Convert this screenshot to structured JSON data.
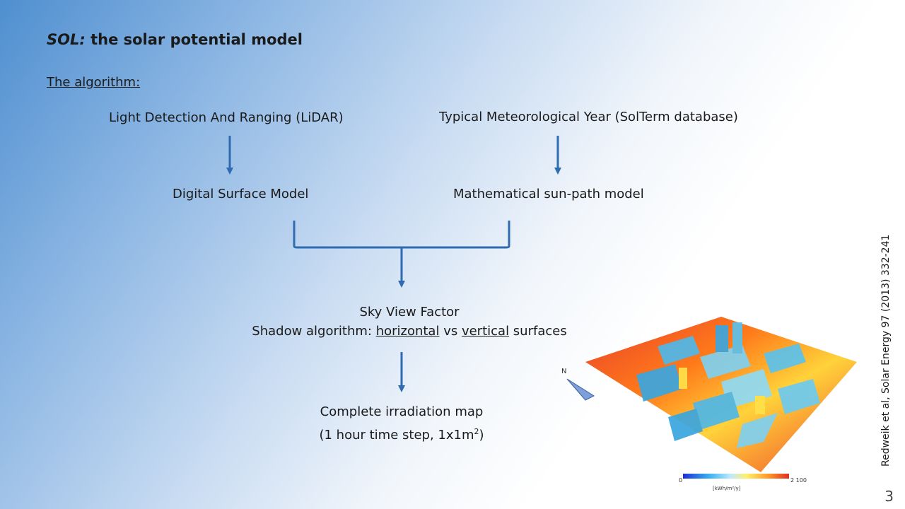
{
  "slide": {
    "title_italic": "SOL:",
    "title_rest": " the solar potential model",
    "subtitle": "The algorithm:",
    "page_number": "3"
  },
  "diagram": {
    "lidar": "Light Detection And Ranging (LiDAR)",
    "tmy": "Typical Meteorological Year (SolTerm database)",
    "dsm": "Digital Surface Model",
    "sunpath": "Mathematical sun-path model",
    "svf_line1": "Sky View Factor",
    "svf_prefix": "Shadow algorithm: ",
    "svf_horizontal": "horizontal",
    "svf_vs": " vs ",
    "svf_vertical": "vertical",
    "svf_suffix": " surfaces",
    "map_line1": "Complete irradiation map",
    "map_line2": "(1 hour time step, 1x1m",
    "map_sup": "2",
    "map_close": ")"
  },
  "figure": {
    "north_label": "N",
    "scale_min": "0",
    "scale_max": "2 100",
    "scale_unit": "[kWh/m²/y]"
  },
  "citation": "Redweik et al, Solar Energy 97 (2013) 332-241",
  "colors": {
    "arrow": "#2e6bb0",
    "accent": "#2e6bb0"
  }
}
